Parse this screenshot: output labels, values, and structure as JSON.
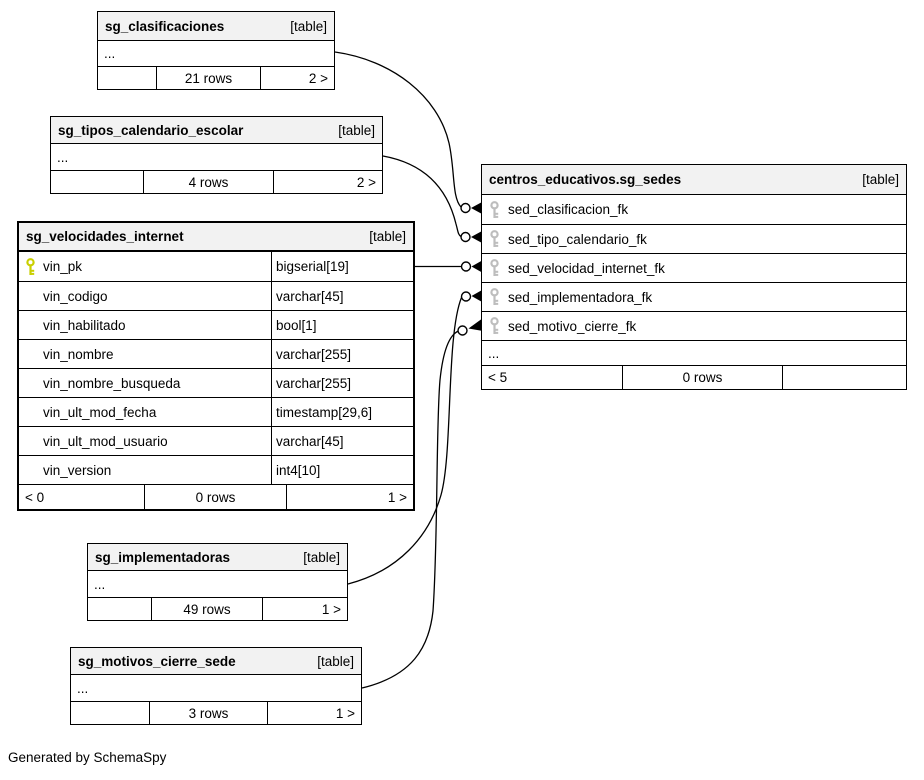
{
  "diagram": {
    "generator_note": "Generated by SchemaSpy"
  },
  "colors": {
    "header_bg": "#f2f2f2",
    "border": "#000000",
    "primary_key_icon": "#c9cf00",
    "foreign_key_icon": "#bdbdbd"
  },
  "tables": {
    "clasificaciones": {
      "name": "sg_clasificaciones",
      "tag": "[table]",
      "dots": "...",
      "footer": {
        "left": "",
        "center": "21 rows",
        "right": "2 >"
      }
    },
    "tipos": {
      "name": "sg_tipos_calendario_escolar",
      "tag": "[table]",
      "dots": "...",
      "footer": {
        "left": "",
        "center": "4 rows",
        "right": "2 >"
      }
    },
    "velocidades": {
      "name": "sg_velocidades_internet",
      "tag": "[table]",
      "columns": [
        {
          "name": "vin_pk",
          "type": "bigserial[19]",
          "key": "primary"
        },
        {
          "name": "vin_codigo",
          "type": "varchar[45]"
        },
        {
          "name": "vin_habilitado",
          "type": "bool[1]"
        },
        {
          "name": "vin_nombre",
          "type": "varchar[255]"
        },
        {
          "name": "vin_nombre_busqueda",
          "type": "varchar[255]"
        },
        {
          "name": "vin_ult_mod_fecha",
          "type": "timestamp[29,6]"
        },
        {
          "name": "vin_ult_mod_usuario",
          "type": "varchar[45]"
        },
        {
          "name": "vin_version",
          "type": "int4[10]"
        }
      ],
      "footer": {
        "left": "< 0",
        "center": "0 rows",
        "right": "1 >"
      }
    },
    "sedes": {
      "name": "centros_educativos.sg_sedes",
      "tag": "[table]",
      "columns": [
        {
          "name": "sed_clasificacion_fk",
          "key": "foreign"
        },
        {
          "name": "sed_tipo_calendario_fk",
          "key": "foreign"
        },
        {
          "name": "sed_velocidad_internet_fk",
          "key": "foreign"
        },
        {
          "name": "sed_implementadora_fk",
          "key": "foreign"
        },
        {
          "name": "sed_motivo_cierre_fk",
          "key": "foreign"
        }
      ],
      "dots": "...",
      "footer": {
        "left": "< 5",
        "center": "0 rows",
        "right": ""
      }
    },
    "implementadoras": {
      "name": "sg_implementadoras",
      "tag": "[table]",
      "dots": "...",
      "footer": {
        "left": "",
        "center": "49 rows",
        "right": "1 >"
      }
    },
    "motivos": {
      "name": "sg_motivos_cierre_sede",
      "tag": "[table]",
      "dots": "...",
      "footer": {
        "left": "",
        "center": "3 rows",
        "right": "1 >"
      }
    }
  },
  "relationships": [
    {
      "from": "sg_clasificaciones",
      "to": "centros_educativos.sg_sedes.sed_clasificacion_fk"
    },
    {
      "from": "sg_tipos_calendario_escolar",
      "to": "centros_educativos.sg_sedes.sed_tipo_calendario_fk"
    },
    {
      "from": "sg_velocidades_internet.vin_pk",
      "to": "centros_educativos.sg_sedes.sed_velocidad_internet_fk"
    },
    {
      "from": "sg_implementadoras",
      "to": "centros_educativos.sg_sedes.sed_implementadora_fk"
    },
    {
      "from": "sg_motivos_cierre_sede",
      "to": "centros_educativos.sg_sedes.sed_motivo_cierre_fk"
    }
  ]
}
